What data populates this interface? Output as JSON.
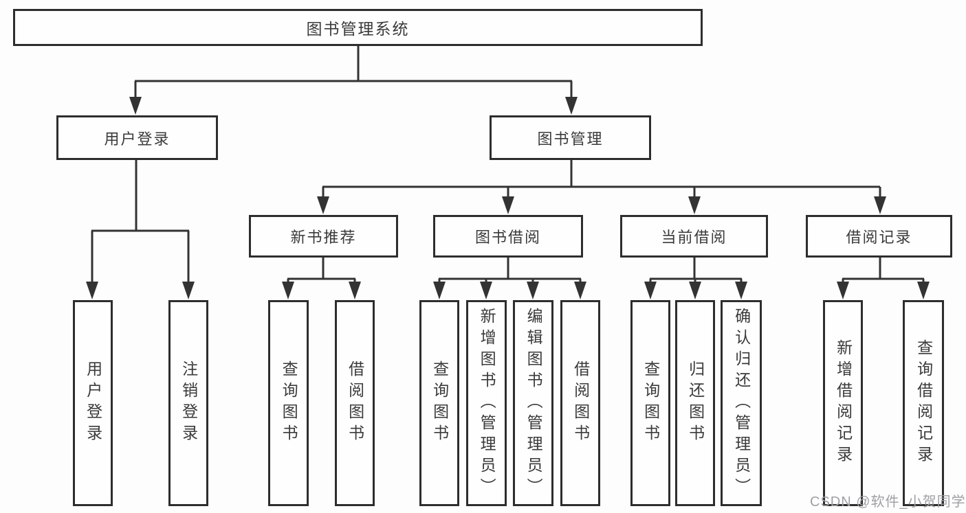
{
  "tree": {
    "root": "图书管理系统",
    "branches": [
      {
        "label": "用户登录",
        "children": [
          "用户登录",
          "注销登录"
        ]
      },
      {
        "label": "图书管理",
        "children": [
          {
            "label": "新书推荐",
            "children": [
              "查询图书",
              "借阅图书"
            ]
          },
          {
            "label": "图书借阅",
            "children": [
              "查询图书",
              "新增图书（管理员）",
              "编辑图书（管理员）",
              "借阅图书"
            ]
          },
          {
            "label": "当前借阅",
            "children": [
              "查询图书",
              "归还图书",
              "确认归还（管理员）"
            ]
          },
          {
            "label": "借阅记录",
            "children": [
              "新增借阅记录",
              "查询借阅记录"
            ]
          }
        ]
      }
    ]
  },
  "watermark": {
    "text": "CSDN @软件_小贺同学"
  },
  "colors": {
    "line": "#333333",
    "box_border": "#2d2d2d",
    "text": "#3a3a3a",
    "watermark": "#9fa0a4",
    "background": "#fdfdfd"
  }
}
